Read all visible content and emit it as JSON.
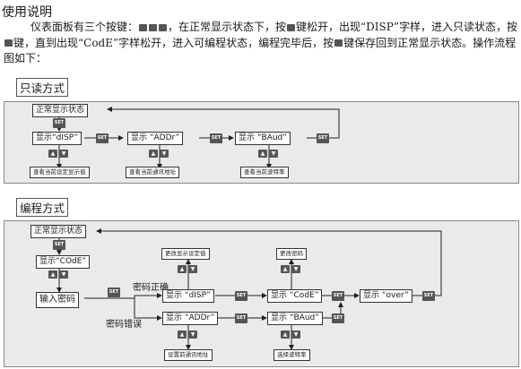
{
  "heading": "使用说明",
  "paragraph": {
    "p1": "仪表面板有三个按键：",
    "p2": "，在正常显示状态下，按",
    "p3": "键松开，出现“DISP”字样，进入只读状态，按",
    "p4": "键，直到出现“CodE”字样松开，进入可编程状态，编程完毕后，按",
    "p5": "键保存回到正常显示状态。操作流程图如下："
  },
  "readonly": {
    "section": "只读方式",
    "normal": "正常显示状态",
    "disp": "显示“dISP”",
    "addr": "显示 “ADDr”",
    "baud": "显示 “BAud”",
    "note_disp": "查看当前设定显示值",
    "note_addr": "查看当前通讯地址",
    "note_baud": "查看当前波特率"
  },
  "program": {
    "section": "编程方式",
    "normal": "正常显示状态",
    "code_display": "显示“COdE”",
    "input_pwd": "输入密码",
    "pwd_ok": "密码正确",
    "pwd_err": "密码错误",
    "disp": "显示 “dISP”",
    "addr": "显示 “ADDr”",
    "code": "显示 “CodE”",
    "baud": "显示 “BAud”",
    "over": "显示 “over”",
    "note_change_val": "更改显示设定值",
    "note_change_pwd": "更改密码",
    "note_set_addr": "设置前通讯地址",
    "note_sel_baud": "选择波特率"
  },
  "keys": {
    "set": "SET",
    "up": "▲",
    "down": "▼"
  }
}
